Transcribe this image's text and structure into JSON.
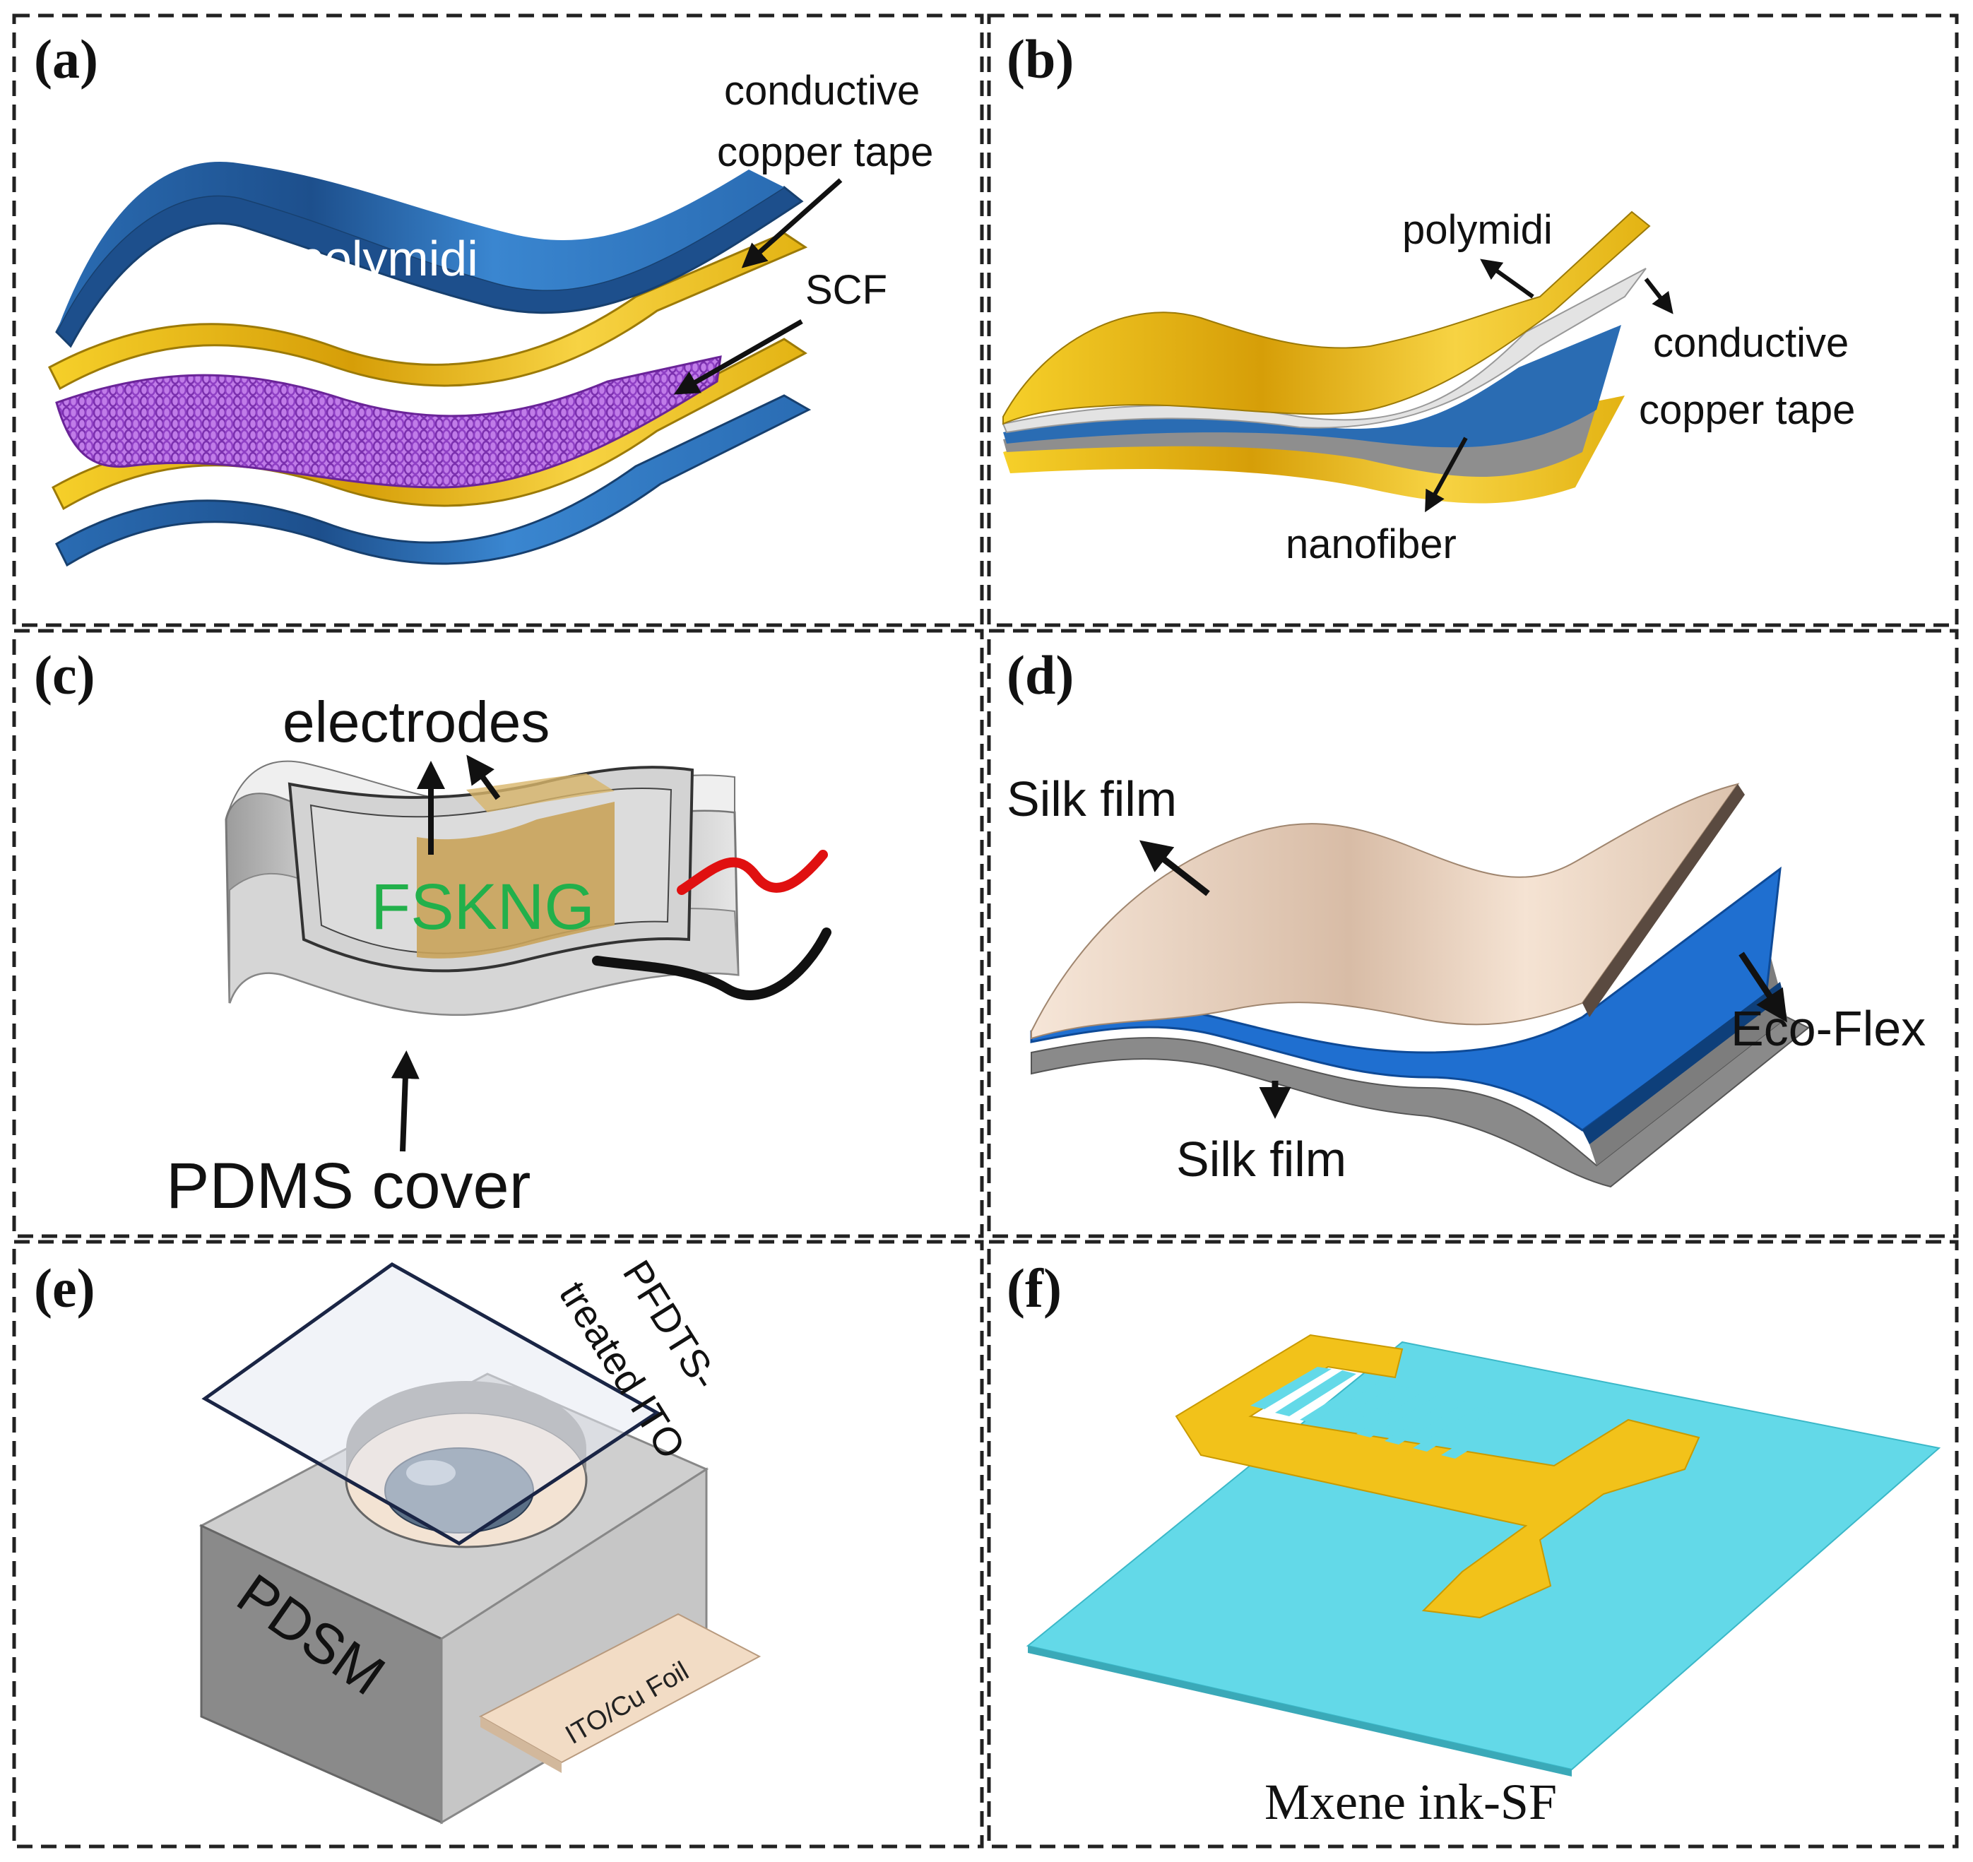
{
  "panels": {
    "a": {
      "letter": "(a)",
      "labels": {
        "copper_line1": "conductive",
        "copper_line2": "copper tape",
        "scf": "SCF",
        "polymidi": "polymidi"
      }
    },
    "b": {
      "letter": "(b)",
      "labels": {
        "polymidi": "polymidi",
        "copper_line1": "conductive",
        "copper_line2": "copper tape",
        "nanofiber": "nanofiber"
      }
    },
    "c": {
      "letter": "(c)",
      "labels": {
        "electrodes": "electrodes",
        "fskng": "FSKNG",
        "pdms": "PDMS cover"
      }
    },
    "d": {
      "letter": "(d)",
      "labels": {
        "silk_top": "Silk film",
        "ecoflex": "Eco-Flex",
        "silk_bottom": "Silk film"
      }
    },
    "e": {
      "letter": "(e)",
      "labels": {
        "pfdts_line1": "PFDTS-",
        "pfdts_line2": "treated ITO",
        "pdsm": "PDSM",
        "foil": "ITO/Cu Foil"
      }
    },
    "f": {
      "letter": "(f)",
      "labels": {
        "caption": "Mxene ink-SF"
      }
    }
  },
  "colors": {
    "blue": "#2f72b8",
    "gold": "#f2c21a",
    "purple": "#b56fe0",
    "grey": "#c8c8c8",
    "beige": "#e9d3c2",
    "cyan": "#63d9e8",
    "green_text": "#22b04b",
    "red_wire": "#e01010"
  }
}
